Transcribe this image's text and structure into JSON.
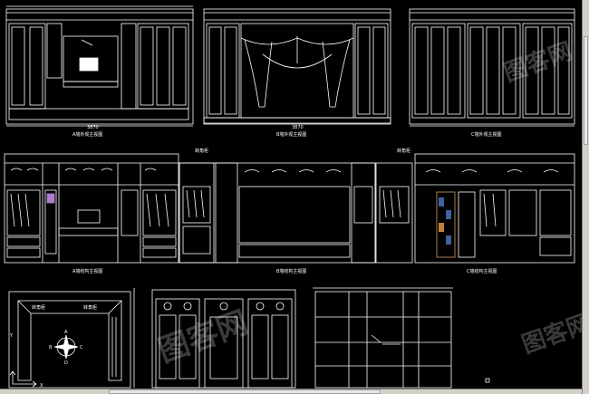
{
  "window": {
    "title": "",
    "background": "#000000",
    "line_color": "#ffffff",
    "accent_color": "#b07cd0"
  },
  "drawing": {
    "panels_top": [
      {
        "name": "A-elevation-front",
        "caption": "A墙外观主视图"
      },
      {
        "name": "B-elevation-front",
        "caption": "B墙外观主视图"
      },
      {
        "name": "C-elevation-front",
        "caption": "C墙外观主视图"
      }
    ],
    "panels_middle": [
      {
        "name": "A-structure",
        "caption": "A墙结构主视图"
      },
      {
        "name": "B-structure",
        "caption": "B墙结构主视图"
      },
      {
        "name": "C-structure",
        "caption": "C墙结构主视图"
      }
    ],
    "tags": {
      "corner_cabinet": "转角柜"
    },
    "plan": {
      "corner_left": "转角柜",
      "corner_right": "转角柜",
      "compass": {
        "north": "A",
        "west": "B",
        "east": "C",
        "south": "D"
      },
      "axis_x": "X",
      "axis_y": "Y"
    },
    "dimension_top": "3870"
  },
  "watermark": {
    "text": "图客网"
  }
}
